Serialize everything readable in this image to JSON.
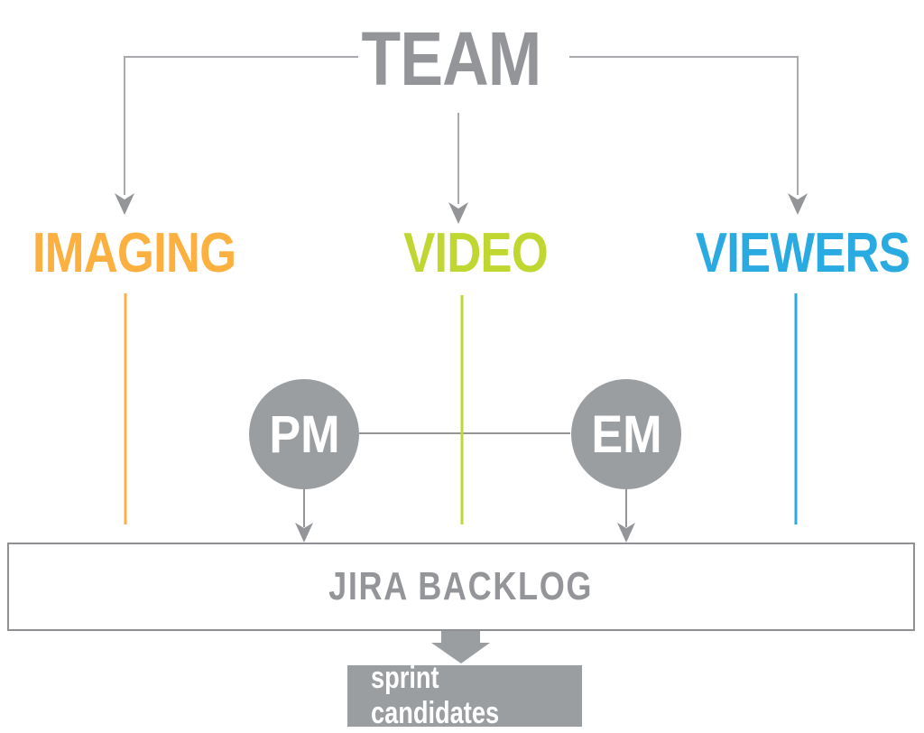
{
  "diagram": {
    "title": "TEAM",
    "branches": [
      {
        "label": "IMAGING",
        "color": "#FBB040"
      },
      {
        "label": "VIDEO",
        "color": "#BFD730"
      },
      {
        "label": "VIEWERS",
        "color": "#29ABE2"
      }
    ],
    "managers": [
      {
        "label": "PM"
      },
      {
        "label": "EM"
      }
    ],
    "backlog": {
      "label": "JIRA BACKLOG"
    },
    "sprint": {
      "label": "sprint candidates"
    },
    "colors": {
      "title_gray": "#939598",
      "connector_gray": "#A7A9AC",
      "arrow_gray": "#939598",
      "node_gray": "#9B9EA1",
      "border_gray": "#8E9093",
      "imaging_orange": "#FBB040",
      "video_green": "#BFD730",
      "viewers_blue": "#29ABE2",
      "background": "#FFFFFF"
    }
  }
}
